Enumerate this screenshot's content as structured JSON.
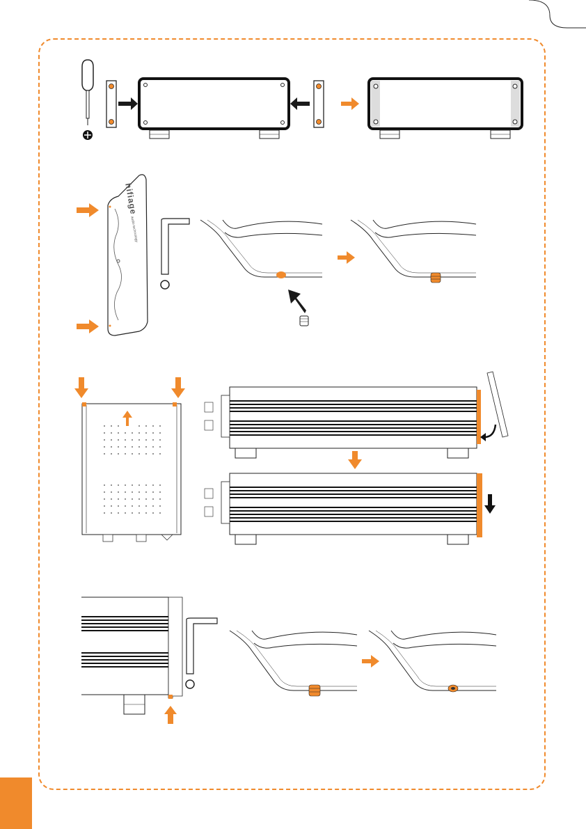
{
  "brand": {
    "logo_text": "hifiage",
    "logo_subtext": "audio technology"
  },
  "colors": {
    "accent": "#f08a2c",
    "arrow_dark": "#1a1a1a",
    "outline": "#222222",
    "tab": "#f08a2c"
  },
  "steps": [
    {
      "name": "side-panel-screw-mount",
      "icons": [
        "screwdriver-icon",
        "side-rail",
        "enclosure-front",
        "arrow-right-icon"
      ]
    },
    {
      "name": "side-panel-insert-grub-screw",
      "icons": [
        "side-panel",
        "hex-key-icon",
        "grub-screw"
      ]
    },
    {
      "name": "slide-cover-attach-end-plate",
      "icons": [
        "top-view",
        "side-view",
        "end-plate",
        "curved-arrow-icon"
      ]
    },
    {
      "name": "tighten-bottom-screw",
      "icons": [
        "enclosure-corner",
        "hex-key-icon",
        "grub-screw"
      ]
    }
  ]
}
